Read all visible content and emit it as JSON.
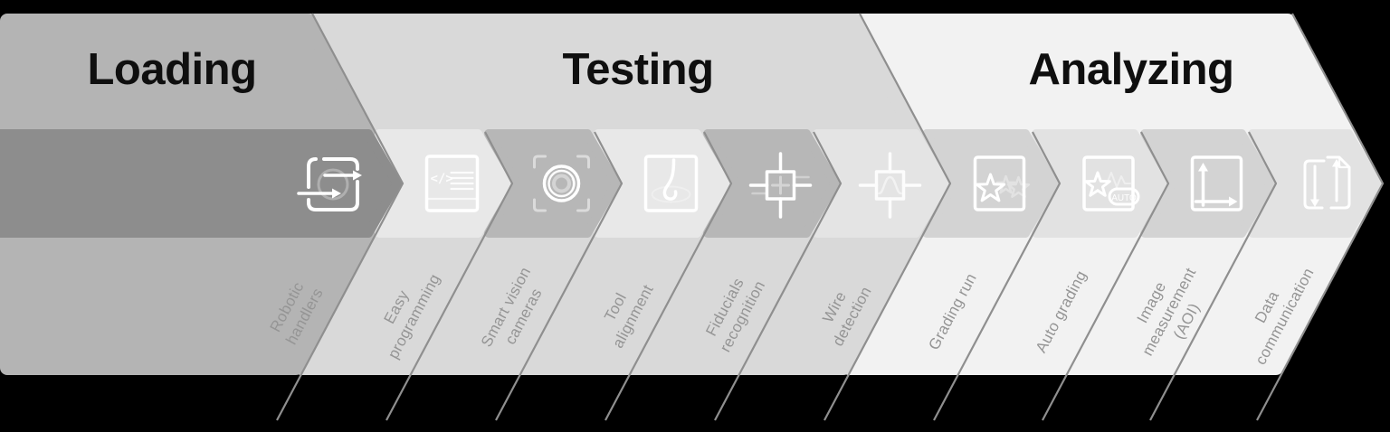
{
  "phases": [
    {
      "id": "loading",
      "title": "Loading",
      "band_color": "#b4b4b4"
    },
    {
      "id": "testing",
      "title": "Testing",
      "band_color": "#d9d9d9"
    },
    {
      "id": "analyzing",
      "title": "Analyzing",
      "band_color": "#f2f2f2"
    }
  ],
  "items": [
    {
      "phase": "loading",
      "label_lines": [
        "Robotic",
        "handlers"
      ],
      "icon": "robotic-handlers-icon",
      "chevron_color": "#8d8d8d"
    },
    {
      "phase": "testing",
      "label_lines": [
        "Easy",
        "programming"
      ],
      "icon": "easy-programming-icon",
      "chevron_color": "#e8e8e8"
    },
    {
      "phase": "testing",
      "label_lines": [
        "Smart vision",
        "cameras"
      ],
      "icon": "smart-vision-cameras-icon",
      "chevron_color": "#b7b7b7"
    },
    {
      "phase": "testing",
      "label_lines": [
        "Tool",
        "alignment"
      ],
      "icon": "tool-alignment-icon",
      "chevron_color": "#e8e8e8"
    },
    {
      "phase": "testing",
      "label_lines": [
        "Fiducials",
        "recognition"
      ],
      "icon": "fiducials-recognition-icon",
      "chevron_color": "#b7b7b7"
    },
    {
      "phase": "testing",
      "label_lines": [
        "Wire",
        "detection"
      ],
      "icon": "wire-detection-icon",
      "chevron_color": "#e4e4e4"
    },
    {
      "phase": "analyzing",
      "label_lines": [
        "Grading run"
      ],
      "icon": "grading-run-icon",
      "chevron_color": "#d3d3d3"
    },
    {
      "phase": "analyzing",
      "label_lines": [
        "Auto grading"
      ],
      "icon": "auto-grading-icon",
      "chevron_color": "#e2e2e2"
    },
    {
      "phase": "analyzing",
      "label_lines": [
        "Image",
        "measurement",
        "(AOI)"
      ],
      "icon": "image-measurement-icon",
      "chevron_color": "#d3d3d3"
    },
    {
      "phase": "analyzing",
      "label_lines": [
        "Data",
        "communication"
      ],
      "icon": "data-communication-icon",
      "chevron_color": "#e2e2e2"
    }
  ],
  "styles": {
    "background_color": "#000000",
    "title_color": "#0f0f0f",
    "label_color": "#959595",
    "leader_line_color": "#8f8f8f",
    "icon_color": "#ffffff"
  }
}
